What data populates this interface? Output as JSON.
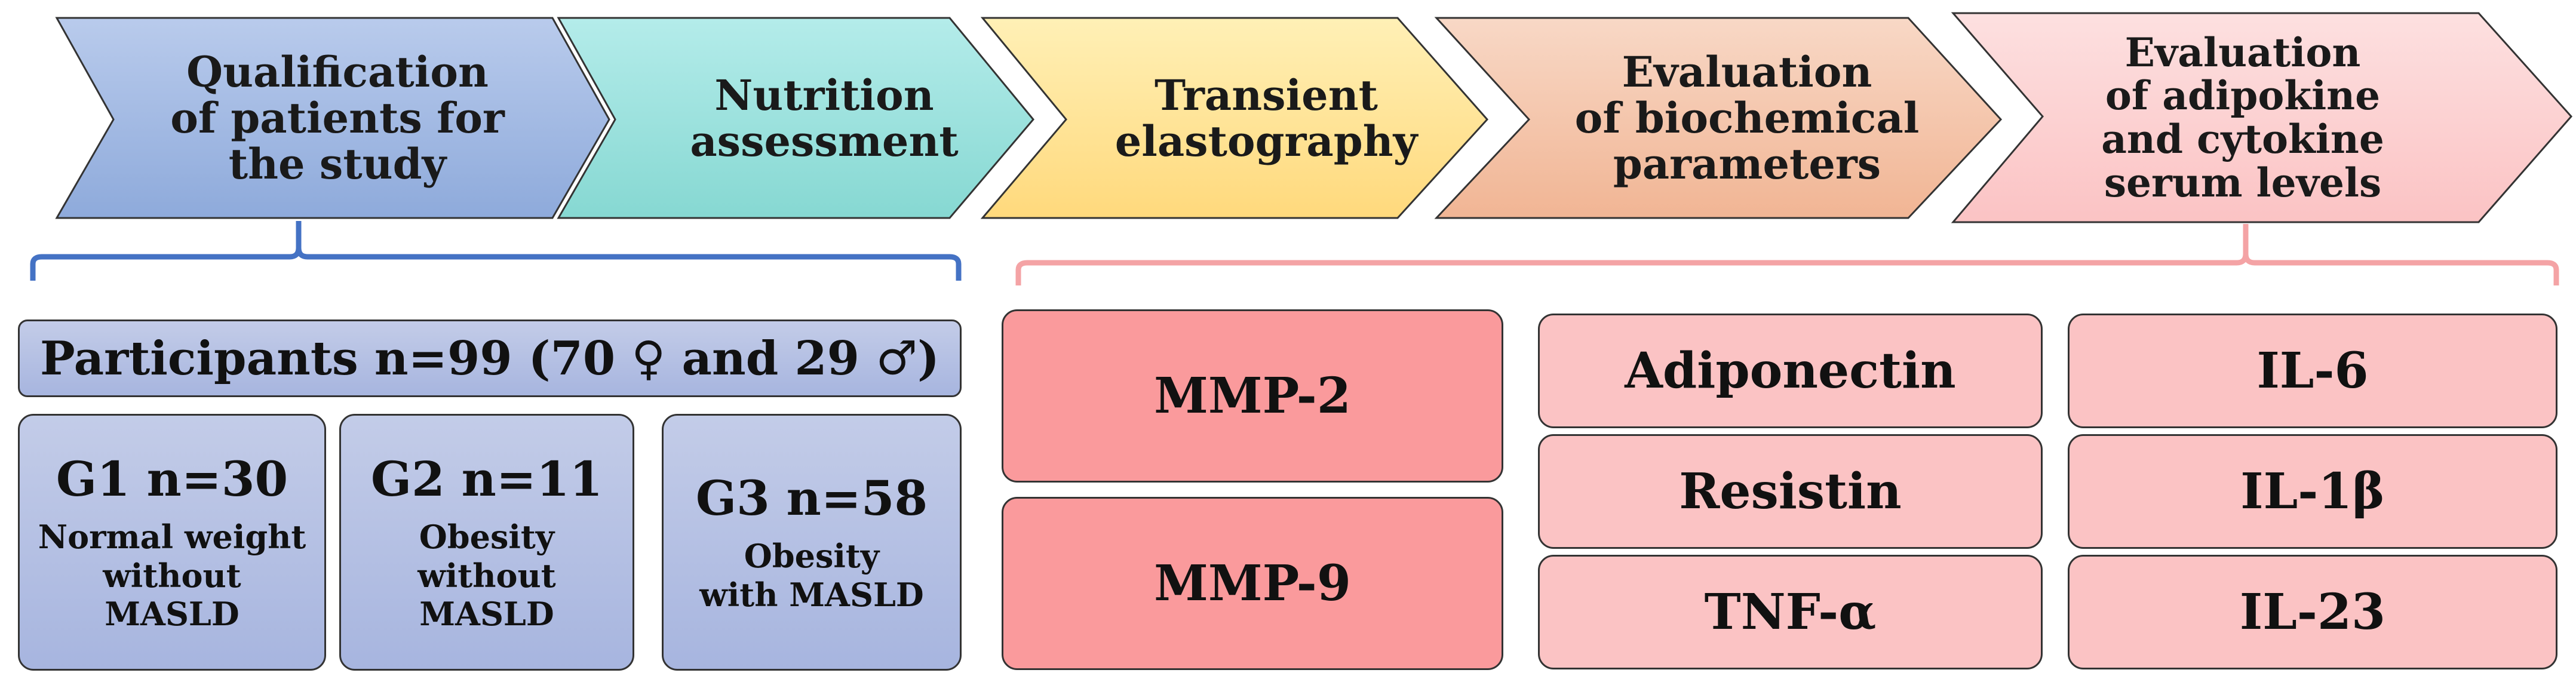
{
  "steps": [
    {
      "lines": [
        "Qualification",
        "of patients for",
        "the study"
      ],
      "color_top": "#b9cbec",
      "color_bottom": "#8eaadb"
    },
    {
      "lines": [
        "Nutrition",
        "assessment"
      ],
      "color_top": "#b4ecea",
      "color_bottom": "#86d8d2"
    },
    {
      "lines": [
        "Transient",
        "elastography"
      ],
      "color_top": "#fff0b6",
      "color_bottom": "#ffd97c"
    },
    {
      "lines": [
        "Evaluation",
        "of biochemical",
        "parameters"
      ],
      "color_top": "#f8d8c6",
      "color_bottom": "#f1b594"
    },
    {
      "lines": [
        "Evaluation",
        "of adipokine",
        "and cytokine",
        "serum levels"
      ],
      "color_top": "#fde0e0",
      "color_bottom": "#fbc3c4"
    }
  ],
  "participants": {
    "label": "Participants n=99 (70 ♀ and 29 ♂)"
  },
  "groups": [
    {
      "title": "G1 n=30",
      "desc": [
        "Normal weight",
        "without",
        "MASLD"
      ]
    },
    {
      "title": "G2 n=11",
      "desc": [
        "Obesity",
        "without",
        "MASLD"
      ]
    },
    {
      "title": "G3 n=58",
      "desc": [
        "Obesity",
        "with MASLD"
      ]
    }
  ],
  "mmps": [
    "MMP-2",
    "MMP-9"
  ],
  "adipokines": [
    "Adiponectin",
    "Resistin",
    "TNF-α"
  ],
  "interleukins": [
    "IL-6",
    "IL-1β",
    "IL-23"
  ],
  "colors": {
    "left_bracket": "#4472c4",
    "right_bracket": "#f4a3a5",
    "outline": "#333333"
  }
}
